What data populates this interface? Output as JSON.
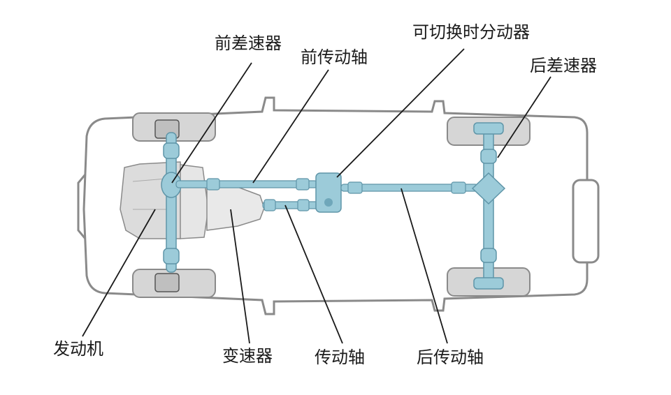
{
  "diagram": {
    "colors": {
      "body_outline": "#8a8a8a",
      "body_fill": "#ffffff",
      "tire_fill": "#d6d6d6",
      "drivetrain": "#9ccbd9",
      "drivetrain_dark": "#5f95a8",
      "engine": "#dcdcdc",
      "leader": "#1a1a1a",
      "text": "#1a1a1a"
    },
    "labels": {
      "front_differential": "前差速器",
      "front_driveshaft": "前传动轴",
      "transfer_case": "可切换时分动器",
      "rear_differential": "后差速器",
      "engine": "发动机",
      "transmission": "变速器",
      "driveshaft": "传动轴",
      "rear_driveshaft": "后传动轴"
    }
  }
}
